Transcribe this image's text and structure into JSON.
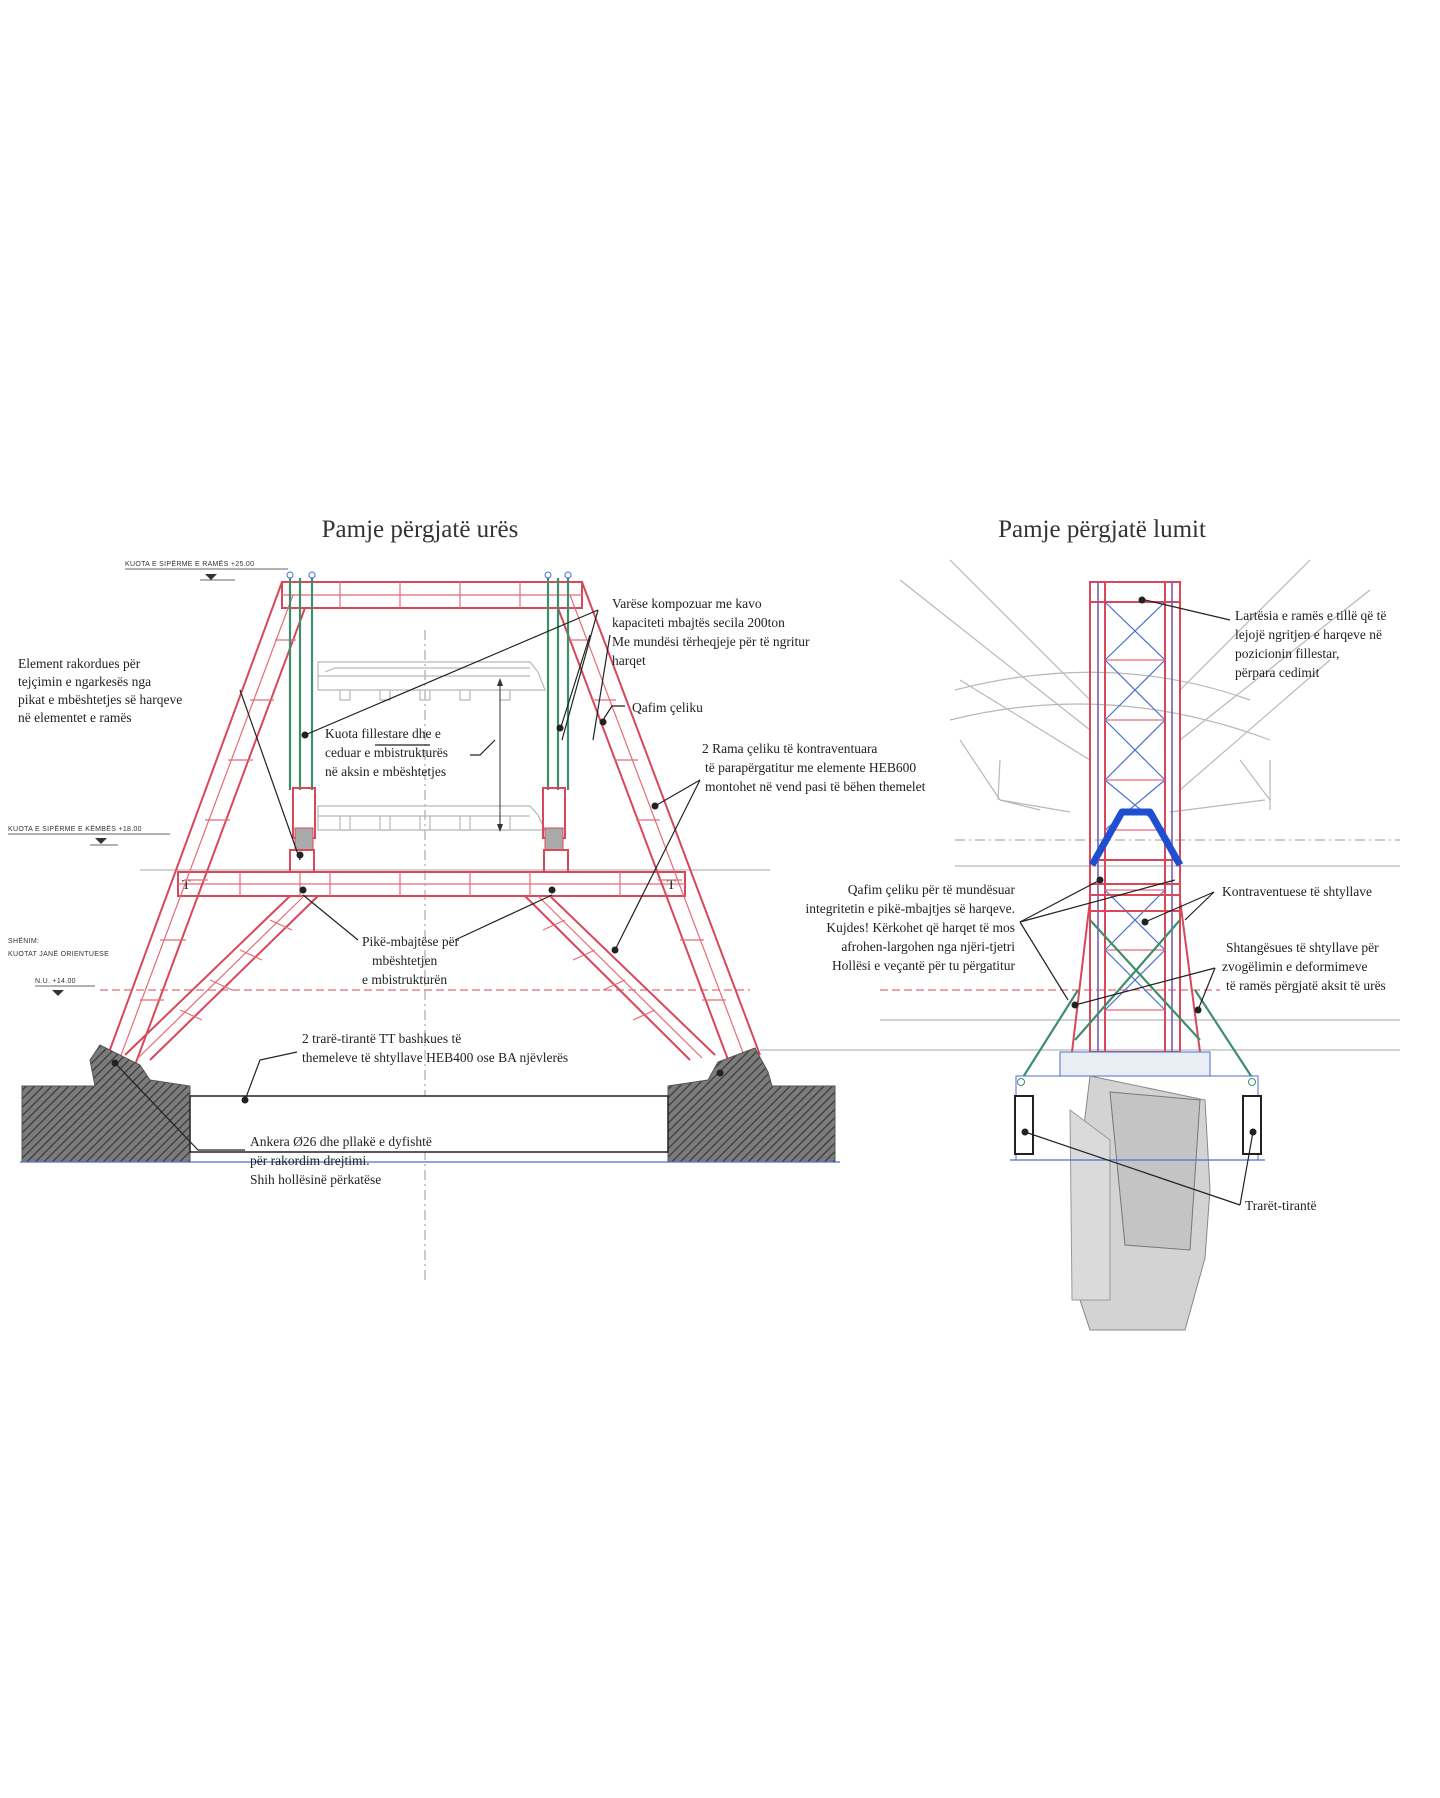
{
  "left_view": {
    "title": "Pamje përgjatë urës",
    "level_top": "KUOTA E SIPËRME E RAMËS +25.00",
    "level_mid": "KUOTA E SIPËRME E KËMBËS +18.00",
    "note_title": "SHËNIM:",
    "note_text": "KUOTAT JANË ORIENTUESE",
    "level_ground": "N.U. +14.00",
    "labels": {
      "hangers": [
        "Varëse kompozuar me kavo",
        "kapaciteti mbajtës secila 200ton",
        "Me mundësi tërheqjeje për të ngritur",
        "harqet"
      ],
      "coupling": [
        "Element rakordues për",
        "tejçimin e ngarkesës nga",
        "pikat e mbështetjes së harqeve",
        "në elementet e ramës"
      ],
      "neck": "Qafim çeliku",
      "elevation": [
        "Kuota fillestare dhe e",
        "ceduar e mbistrukturës",
        "në aksin e mbështetjes"
      ],
      "frames": [
        "2 Rama çeliku të kontraventuara",
        "të parapërgatitur me elemente HEB600",
        "montohet në vend pasi të bëhen themelet"
      ],
      "supports": [
        "Pikë-mbajtëse për",
        "mbështetjen",
        "e mbistrukturën"
      ],
      "ties": [
        "2 trarë-tirantë TT bashkues të",
        "themeleve të shtyllave HEB400 ose BA njëvlerës"
      ],
      "anchors": [
        "Ankera Ø26 dhe pllakë e dyfishtë",
        "për rakordim drejtimi.",
        "Shih hollësinë përkatëse"
      ]
    }
  },
  "right_view": {
    "title": "Pamje përgjatë lumit",
    "labels": {
      "height": [
        "Lartësia e ramës e tillë që të",
        "lejojë ngritjen e harqeve në",
        "pozicionin fillestar,",
        "përpara cedimit"
      ],
      "neck": [
        "Qafim çeliku për të mundësuar",
        "integritetin e pikë-mbajtjes së harqeve.",
        "Kujdes! Kërkohet që harqet të mos",
        "afrohen-largohen nga njëri-tjetri",
        "Hollësi e veçantë për tu përgatitur"
      ],
      "bracing": "Kontraventuese të shtyllave",
      "stiffeners": [
        "Shtangësues të shtyllave për",
        "zvogëlimin e deformimeve",
        "të ramës përgjatë aksit të urës"
      ],
      "ties": "Trarët-tirantë"
    }
  },
  "colors": {
    "frame": "#d8475a",
    "hanger": "#3e8e6b",
    "neck": "#1f4fd1",
    "bracing": "#4a6fd0",
    "structure": "#b8b8b8"
  }
}
